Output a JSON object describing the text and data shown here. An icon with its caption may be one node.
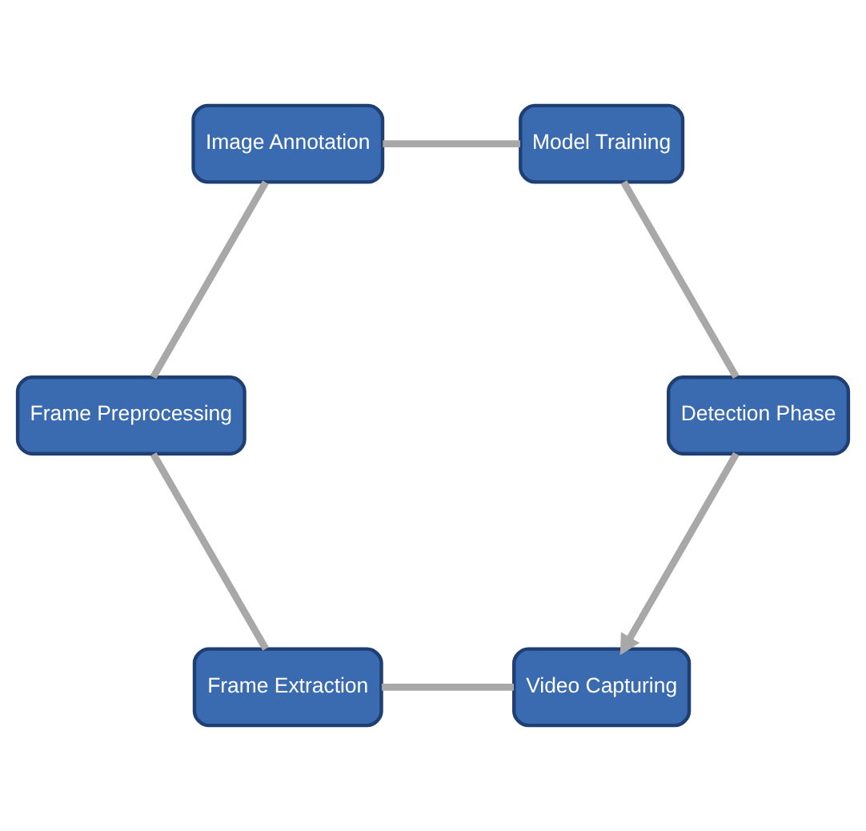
{
  "diagram": {
    "nodes": [
      {
        "text": [
          "Video Capturing"
        ]
      },
      {
        "text": [
          "Frame Extraction"
        ]
      },
      {
        "text": [
          "Frame Preprocessing"
        ]
      },
      {
        "text": [
          "Image Annotation"
        ]
      },
      {
        "text": [
          "Model Training"
        ]
      },
      {
        "text": [
          "Detection Phase"
        ]
      }
    ],
    "edges": [
      {
        "from": 0,
        "to": 1,
        "arrow": "none"
      },
      {
        "from": 1,
        "to": 2,
        "arrow": "none"
      },
      {
        "from": 2,
        "to": 3,
        "arrow": "none"
      },
      {
        "from": 3,
        "to": 4,
        "arrow": "none"
      },
      {
        "from": 4,
        "to": 5,
        "arrow": "none"
      },
      {
        "from": 5,
        "to": 0,
        "arrow": "to"
      }
    ]
  }
}
